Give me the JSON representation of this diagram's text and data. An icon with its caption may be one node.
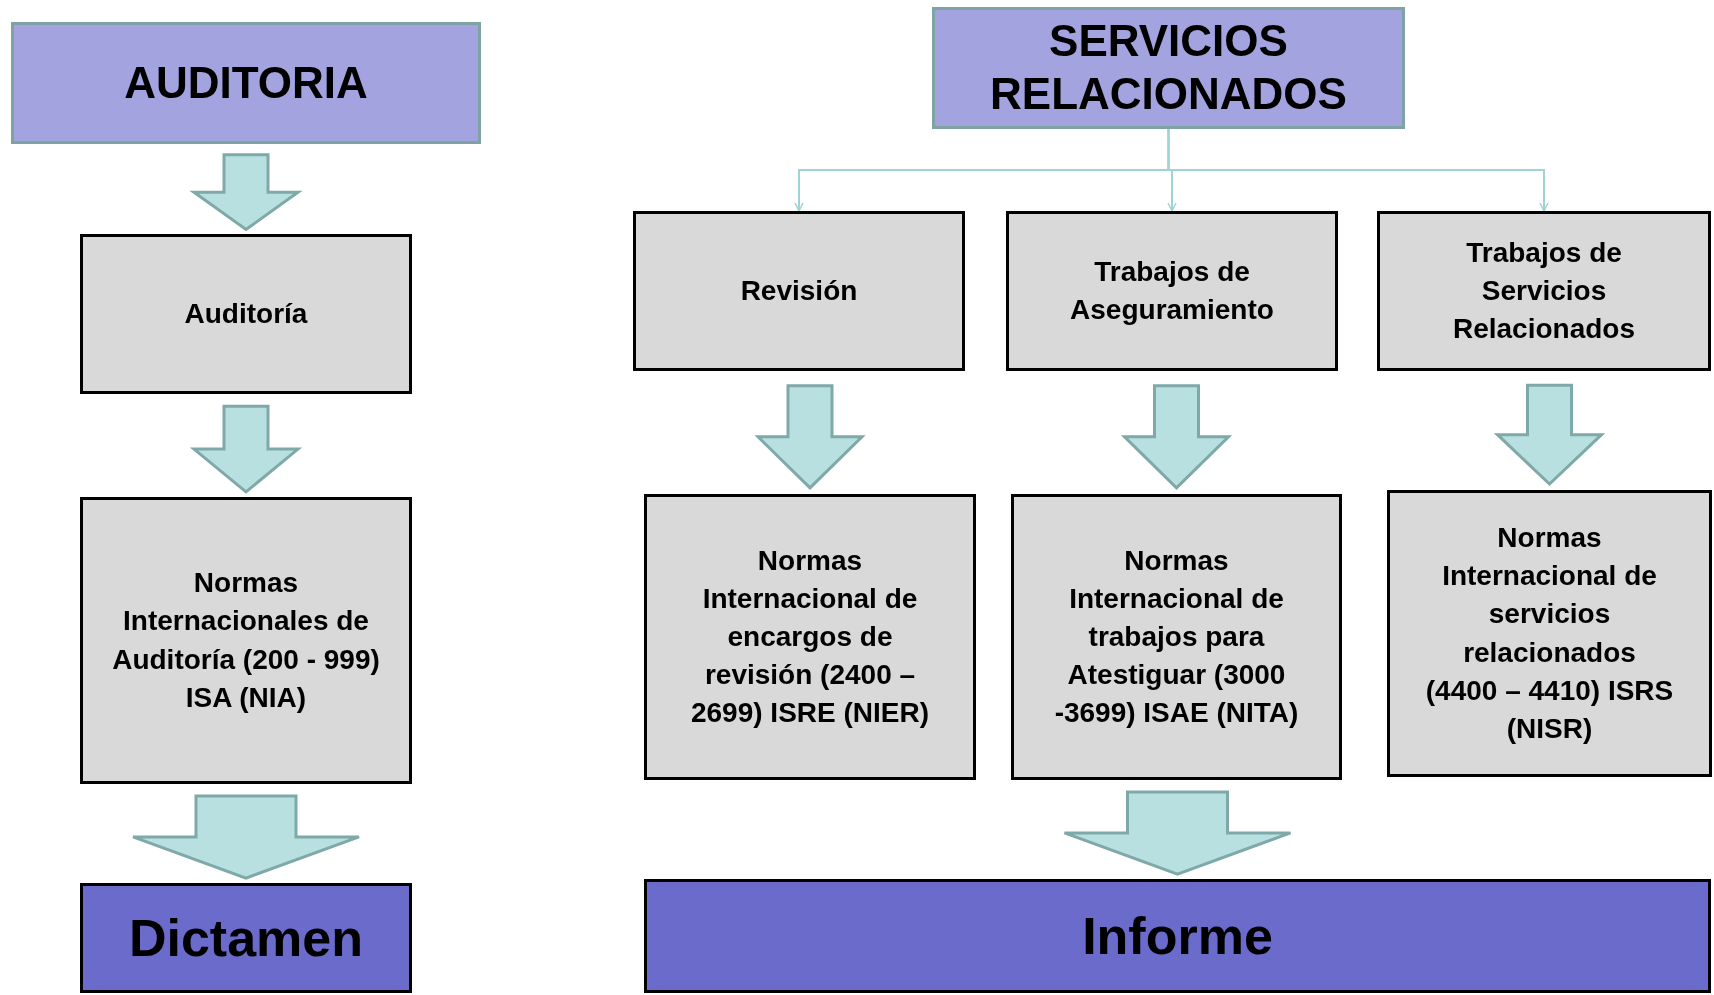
{
  "diagram": {
    "nodes": [
      {
        "text": [
          "AUDITORIA"
        ]
      },
      {
        "text": [
          "Auditoría"
        ]
      },
      {
        "text": [
          "Normas Internacionales de Auditoría (200 - 999) ISA (NIA)"
        ]
      },
      {
        "text": [
          "Dictamen"
        ]
      },
      {
        "text": [
          "SERVICIOS RELACIONADOS"
        ]
      },
      {
        "text": [
          "Revisión"
        ]
      },
      {
        "text": [
          "Trabajos de Aseguramiento"
        ]
      },
      {
        "text": [
          "Trabajos de Servicios Relacionados"
        ]
      },
      {
        "text": [
          "Normas Internacional de encargos de revisión (2400 – 2699) ISRE (NIER)"
        ]
      },
      {
        "text": [
          "Normas Internacional de trabajos para Atestiguar (3000 -3699) ISAE (NITA)"
        ]
      },
      {
        "text": [
          "Normas Internacional de servicios relacionados (4400 – 4410) ISRS (NISR)"
        ]
      },
      {
        "text": [
          "Informe"
        ]
      }
    ],
    "edges": [
      {
        "from": 0,
        "to": 1,
        "arrow": "to",
        "style": "thick"
      },
      {
        "from": 1,
        "to": 2,
        "arrow": "to",
        "style": "thick"
      },
      {
        "from": 2,
        "to": 3,
        "arrow": "to",
        "style": "thick"
      },
      {
        "from": 4,
        "to": 5,
        "arrow": "to",
        "color": "#9fd4d4"
      },
      {
        "from": 4,
        "to": 6,
        "arrow": "to",
        "color": "#9fd4d4"
      },
      {
        "from": 4,
        "to": 7,
        "arrow": "to",
        "color": "#9fd4d4"
      },
      {
        "from": 5,
        "to": 8,
        "arrow": "to",
        "style": "thick"
      },
      {
        "from": 6,
        "to": 9,
        "arrow": "to",
        "style": "thick"
      },
      {
        "from": 7,
        "to": 10,
        "arrow": "to",
        "style": "thick"
      },
      {
        "from": 9,
        "to": 11,
        "arrow": "to",
        "style": "thick"
      }
    ]
  }
}
